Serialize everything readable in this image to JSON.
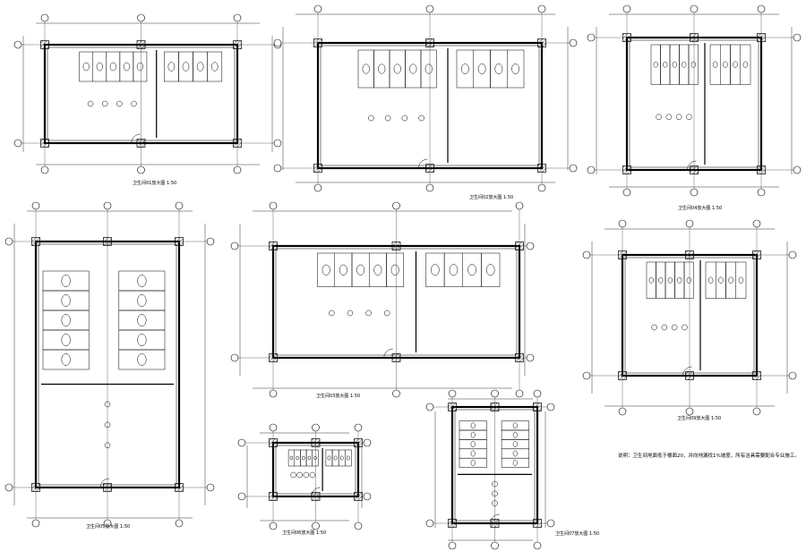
{
  "sheet": {
    "note": "说明：卫生间地面低于楼面20，并向地漏找1%坡度，所有洁具需要配合专业施工。"
  },
  "plans": [
    {
      "id": "p1",
      "title": "卫生间01放大图",
      "scale": "1:50"
    },
    {
      "id": "p2",
      "title": "卫生间02放大图",
      "scale": "1:50"
    },
    {
      "id": "p3",
      "title": "卫生间04放大图",
      "scale": "1:50"
    },
    {
      "id": "p4",
      "title": "卫生间05放大图",
      "scale": "1:50"
    },
    {
      "id": "p5",
      "title": "卫生间03放大图",
      "scale": "1:50"
    },
    {
      "id": "p6",
      "title": "卫生间09放大图",
      "scale": "1:50"
    },
    {
      "id": "p7",
      "title": "卫生间06放大图",
      "scale": "1:50"
    },
    {
      "id": "p8",
      "title": "卫生间07放大图",
      "scale": "1:50"
    }
  ],
  "colors": {
    "ink": "#000000",
    "hatch": "#555555",
    "paper": "#ffffff"
  }
}
